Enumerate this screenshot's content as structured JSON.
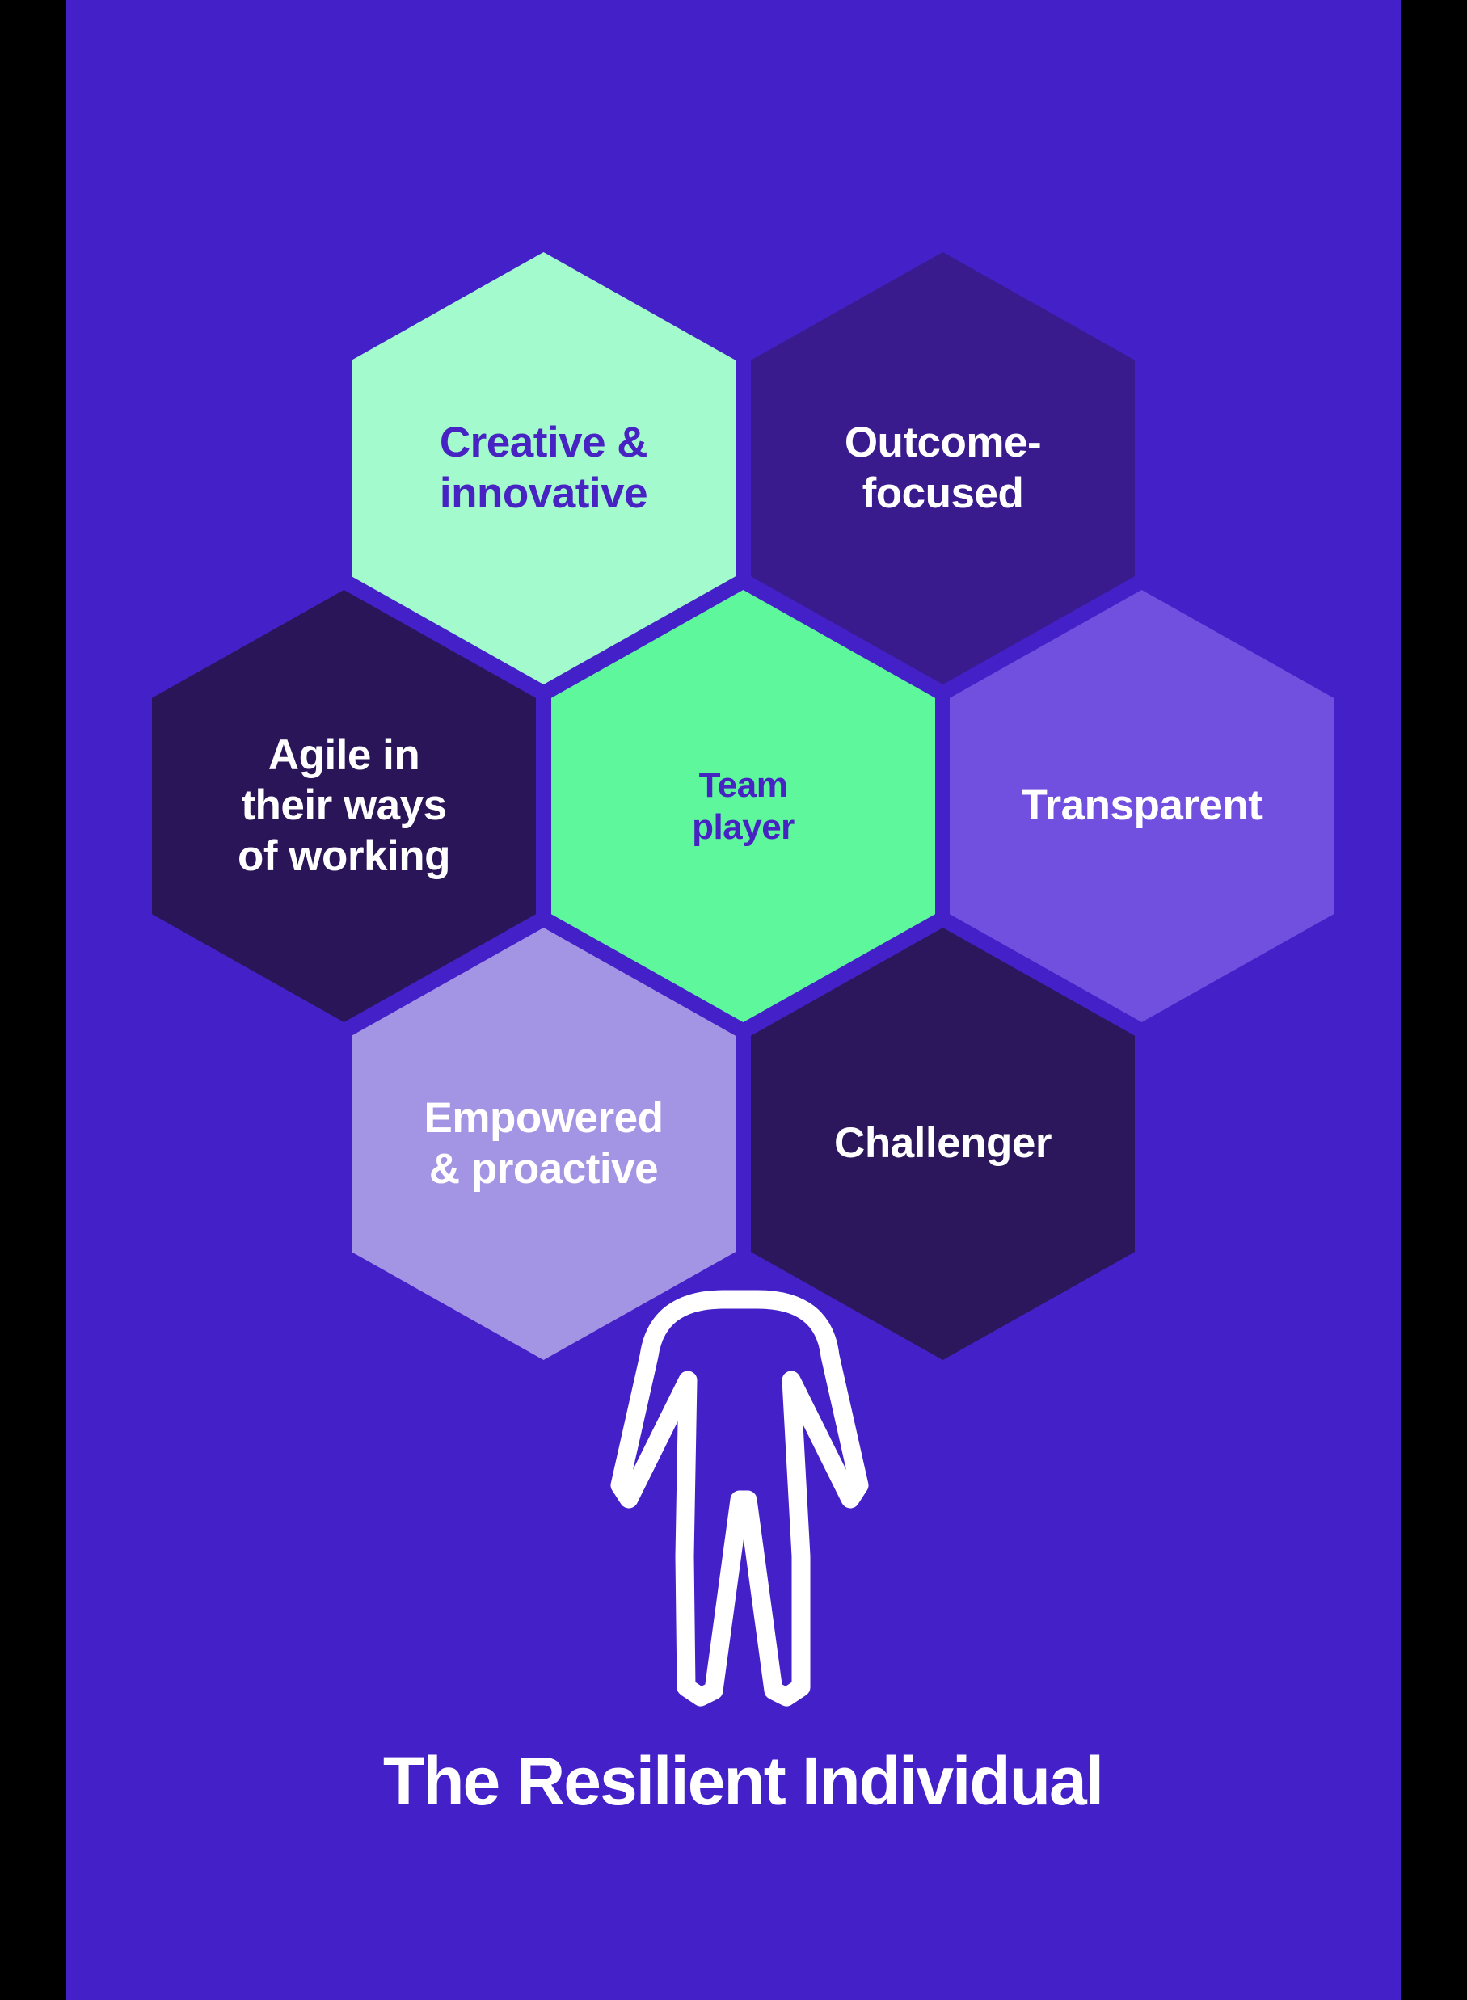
{
  "colors": {
    "letterbox": "#000000",
    "background": "#4420C9",
    "title_text": "#FFFFFF",
    "figure_outline": "#FFFFFF"
  },
  "title": "The Resilient Individual",
  "figure": {
    "icon": "person-outline-icon"
  },
  "hexagons": [
    {
      "id": "creative-innovative",
      "label": "Creative &\ninnovative",
      "fill": "#A3FACD",
      "text_color": "#4823C3"
    },
    {
      "id": "outcome-focused",
      "label": "Outcome-\nfocused",
      "fill": "#391B8D",
      "text_color": "#FFFFFF"
    },
    {
      "id": "agile-ways-of-working",
      "label": "Agile in\ntheir ways\nof working",
      "fill": "#2B1559",
      "text_color": "#FFFFFF"
    },
    {
      "id": "team-player",
      "label": "Team\nplayer",
      "fill": "#5EF79B",
      "text_color": "#4823C3"
    },
    {
      "id": "transparent",
      "label": "Transparent",
      "fill": "#7150DF",
      "text_color": "#FFFFFF"
    },
    {
      "id": "empowered-proactive",
      "label": "Empowered\n& proactive",
      "fill": "#A494E4",
      "text_color": "#FFFFFF"
    },
    {
      "id": "challenger",
      "label": "Challenger",
      "fill": "#2C175C",
      "text_color": "#FFFFFF"
    }
  ]
}
